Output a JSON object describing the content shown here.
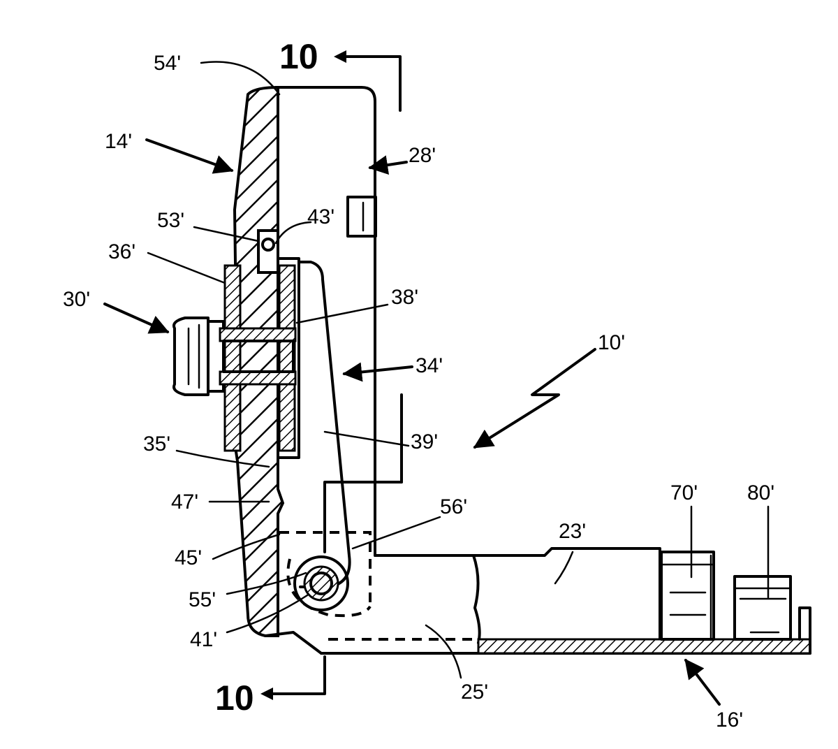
{
  "section_marks": {
    "top": "10",
    "bottom": "10"
  },
  "labels": {
    "l54": "54'",
    "l14": "14'",
    "l28": "28'",
    "l53": "53'",
    "l43": "43'",
    "l36": "36'",
    "l30": "30'",
    "l38": "38'",
    "l34": "34'",
    "l10": "10'",
    "l39": "39'",
    "l35": "35'",
    "l47": "47'",
    "l56": "56'",
    "l23": "23'",
    "l70": "70'",
    "l80": "80'",
    "l45": "45'",
    "l55": "55'",
    "l41": "41'",
    "l25": "25'",
    "l16": "16'"
  }
}
